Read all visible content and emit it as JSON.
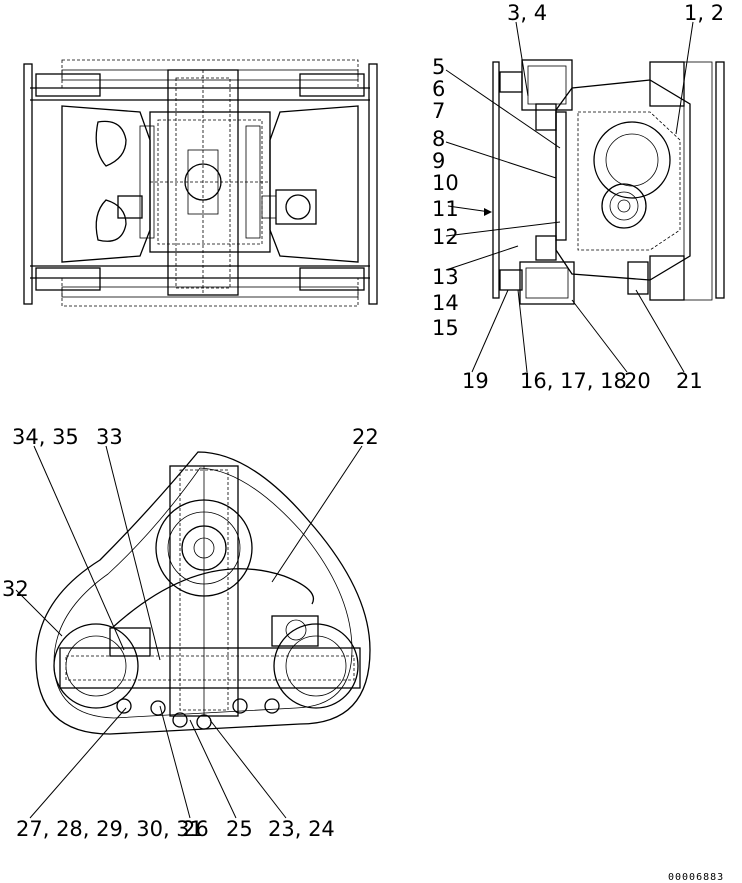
{
  "callouts": {
    "c1": "3, 4",
    "c2": "1, 2",
    "c3": "5",
    "c4": "6",
    "c5": "7",
    "c6": "8",
    "c7": "9",
    "c8": "10",
    "c9": "11",
    "c10": "12",
    "c11": "13",
    "c12": "14",
    "c13": "15",
    "c14": "19",
    "c15": "16, 17, 18",
    "c16": "20",
    "c17": "21",
    "c18": "34, 35",
    "c19": "33",
    "c20": "22",
    "c21": "32",
    "c22": "27, 28, 29, 30, 31",
    "c23": "26",
    "c24": "25",
    "c25": "23, 24"
  },
  "figure_number": "00006883"
}
